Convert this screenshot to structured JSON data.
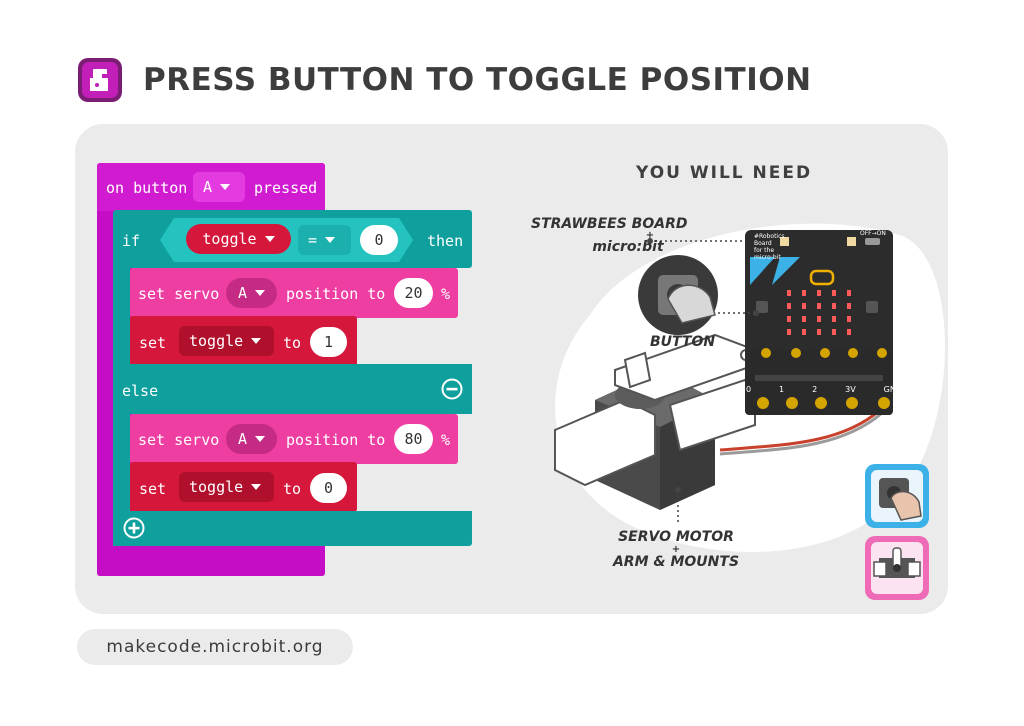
{
  "header": {
    "title": "PRESS BUTTON TO TOGGLE POSITION",
    "logo_icon": "makecode-logo-icon"
  },
  "code": {
    "event": {
      "prefix": "on button",
      "button": "A",
      "suffix": "pressed"
    },
    "if": {
      "keyword": "if",
      "variable": "toggle",
      "operator": "=",
      "value": "0",
      "then": "then"
    },
    "then_branch": {
      "servo": {
        "prefix": "set servo",
        "servo": "A",
        "middle": "position to",
        "value": "20",
        "unit": "%"
      },
      "set": {
        "prefix": "set",
        "variable": "toggle",
        "to": "to",
        "value": "1"
      }
    },
    "else": {
      "keyword": "else"
    },
    "else_branch": {
      "servo": {
        "prefix": "set servo",
        "servo": "A",
        "middle": "position to",
        "value": "80",
        "unit": "%"
      },
      "set": {
        "prefix": "set",
        "variable": "toggle",
        "to": "to",
        "value": "0"
      }
    }
  },
  "needs": {
    "heading": "YOU WILL NEED",
    "board_caption": [
      "STRAWBEES BOARD",
      "+",
      "micro:bit"
    ],
    "button_caption": "BUTTON",
    "servo_caption": [
      "SERVO MOTOR",
      "+",
      "ARM & MOUNTS"
    ],
    "board_label": [
      "#Robotics",
      "Board",
      "for the",
      "micro:bit"
    ],
    "board_switch": "OFF→ON",
    "pins": [
      "0",
      "1",
      "2",
      "3V",
      "GND"
    ]
  },
  "footer": {
    "url": "makecode.microbit.org"
  },
  "colors": {
    "event": "#c40dc4",
    "logic": "#0f9f9c",
    "servo": "#ee3ea2",
    "variable": "#d4173a",
    "card": "#ebebeb",
    "badge_blue": "#3bb1e8",
    "badge_pink": "#ef6bb8"
  }
}
